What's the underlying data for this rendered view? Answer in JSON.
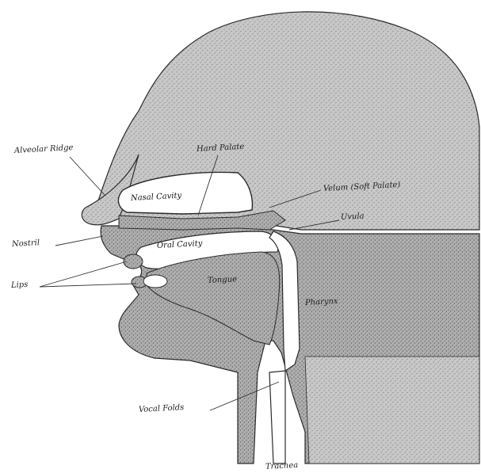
{
  "colors": {
    "background": "#ffffff",
    "tissue_fill": "#c9c9c9",
    "tissue_dark": "#a9a9a9",
    "outline": "#2b2b2b",
    "cavity": "#ffffff"
  },
  "labels": {
    "alveolar_ridge": "Alveolar Ridge",
    "hard_palate": "Hard Palate",
    "nasal_cavity": "Nasal Cavity",
    "velum": "Velum (Soft Palate)",
    "uvula": "Uvula",
    "nostril": "Nostril",
    "lips": "Lips",
    "oral_cavity": "Oral Cavity",
    "tongue": "Tongue",
    "pharynx": "Pharynx",
    "vocal_folds": "Vocal Folds",
    "trachea": "Trachea"
  }
}
